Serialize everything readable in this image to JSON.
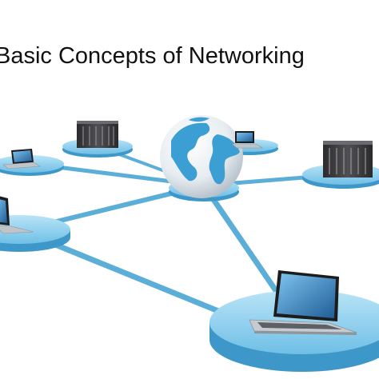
{
  "title": "Basic Concepts of Networking",
  "colors": {
    "link": "#5aaed8",
    "disc_top": "#8fd0f0",
    "disc_side": "#3d98c9",
    "globe_ocean": "#e9eef2",
    "globe_land": "#3c9fd4",
    "server_body": "#3a3a3c",
    "laptop_screen": "#2f6fa8"
  },
  "diagram": {
    "center": {
      "id": "hub",
      "device": "globe-icon"
    },
    "nodes": [
      {
        "id": "laptop-far-left",
        "device": "laptop-icon"
      },
      {
        "id": "server-top-left",
        "device": "server-icon"
      },
      {
        "id": "laptop-top-right",
        "device": "laptop-icon"
      },
      {
        "id": "server-right",
        "device": "server-icon"
      },
      {
        "id": "laptop-mid-left",
        "device": "laptop-icon"
      },
      {
        "id": "laptop-front",
        "device": "laptop-icon"
      }
    ]
  }
}
